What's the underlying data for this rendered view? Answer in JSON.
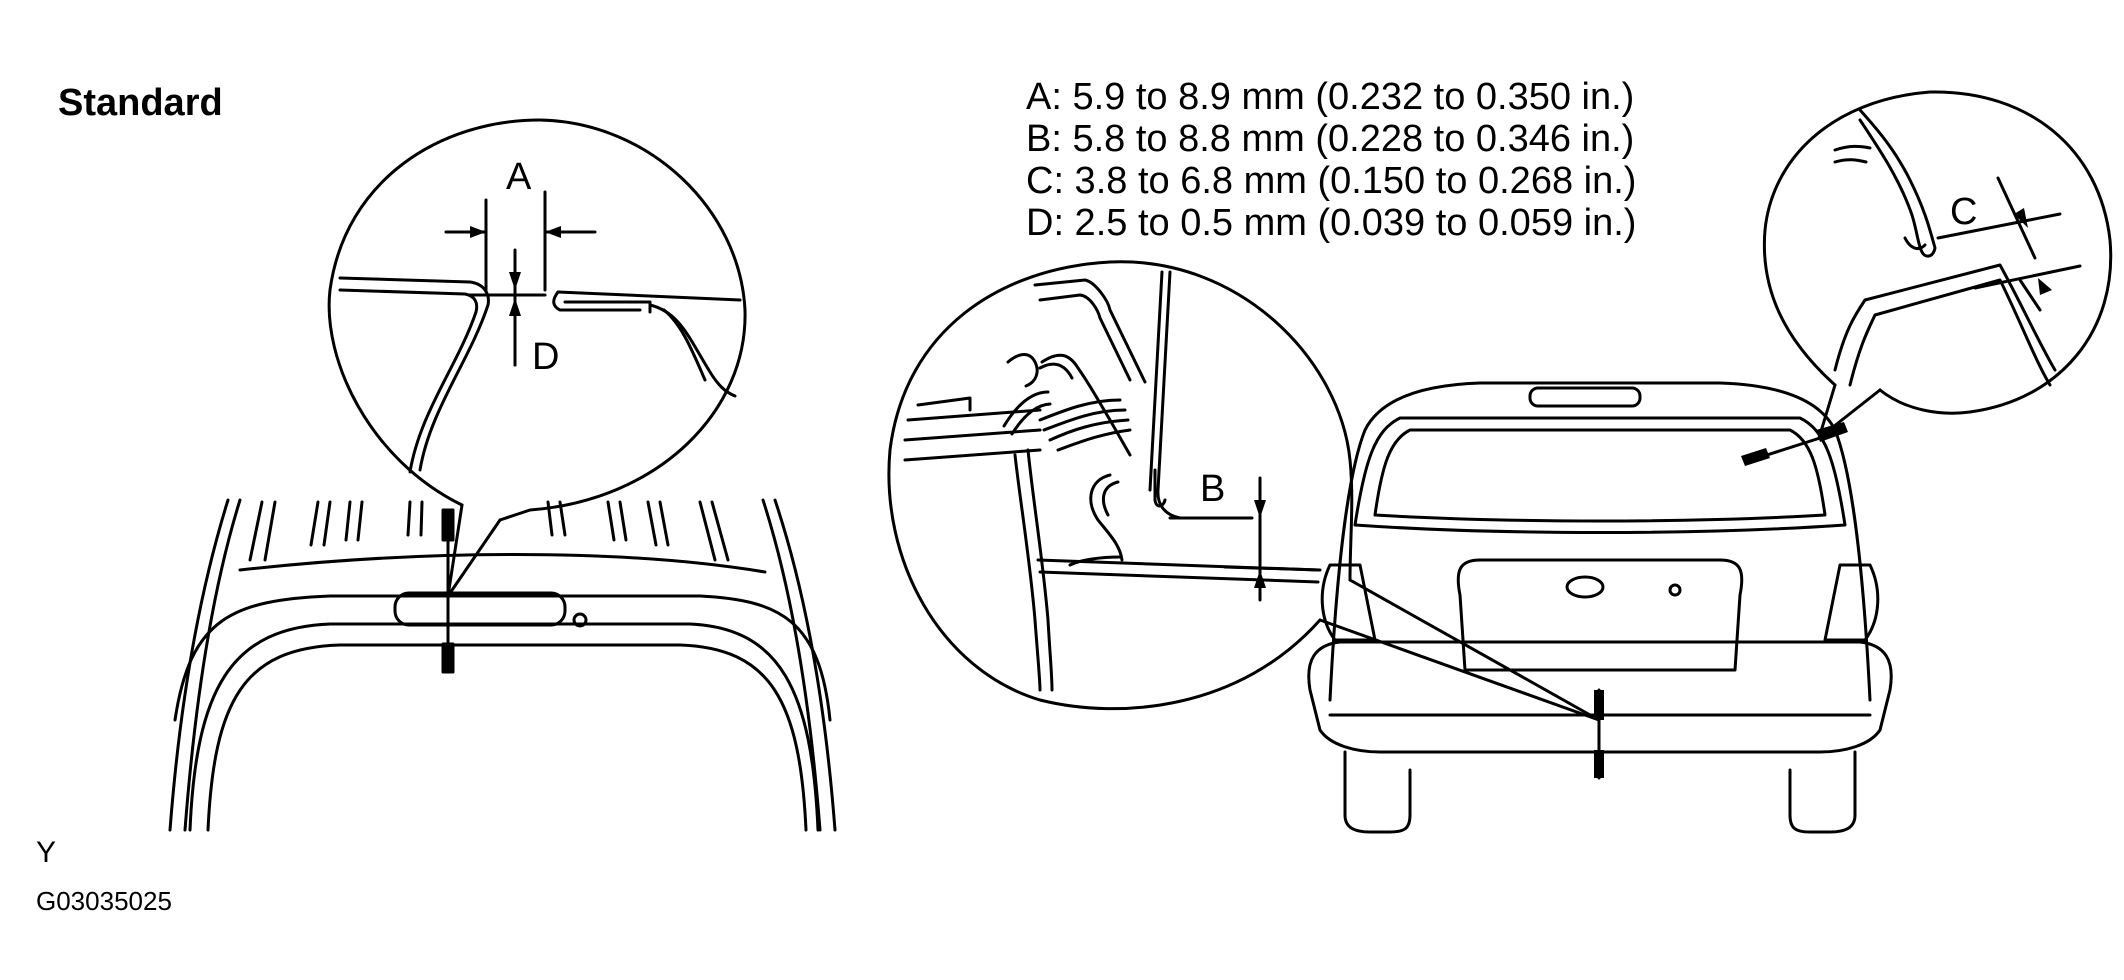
{
  "title": "Standard",
  "specs": [
    "A: 5.9 to 8.9 mm (0.232 to 0.350 in.)",
    "B: 5.8 to 8.8 mm (0.228 to 0.346 in.)",
    "C: 3.8 to 6.8 mm (0.150 to 0.268 in.)",
    "D: 2.5 to 0.5 mm (0.039 to 0.059 in.)"
  ],
  "callouts": {
    "a": "A",
    "b": "B",
    "c": "C",
    "d": "D"
  },
  "corner_letter": "Y",
  "figure_code": "G03035025",
  "colors": {
    "line": "#000000",
    "background": "#ffffff"
  }
}
